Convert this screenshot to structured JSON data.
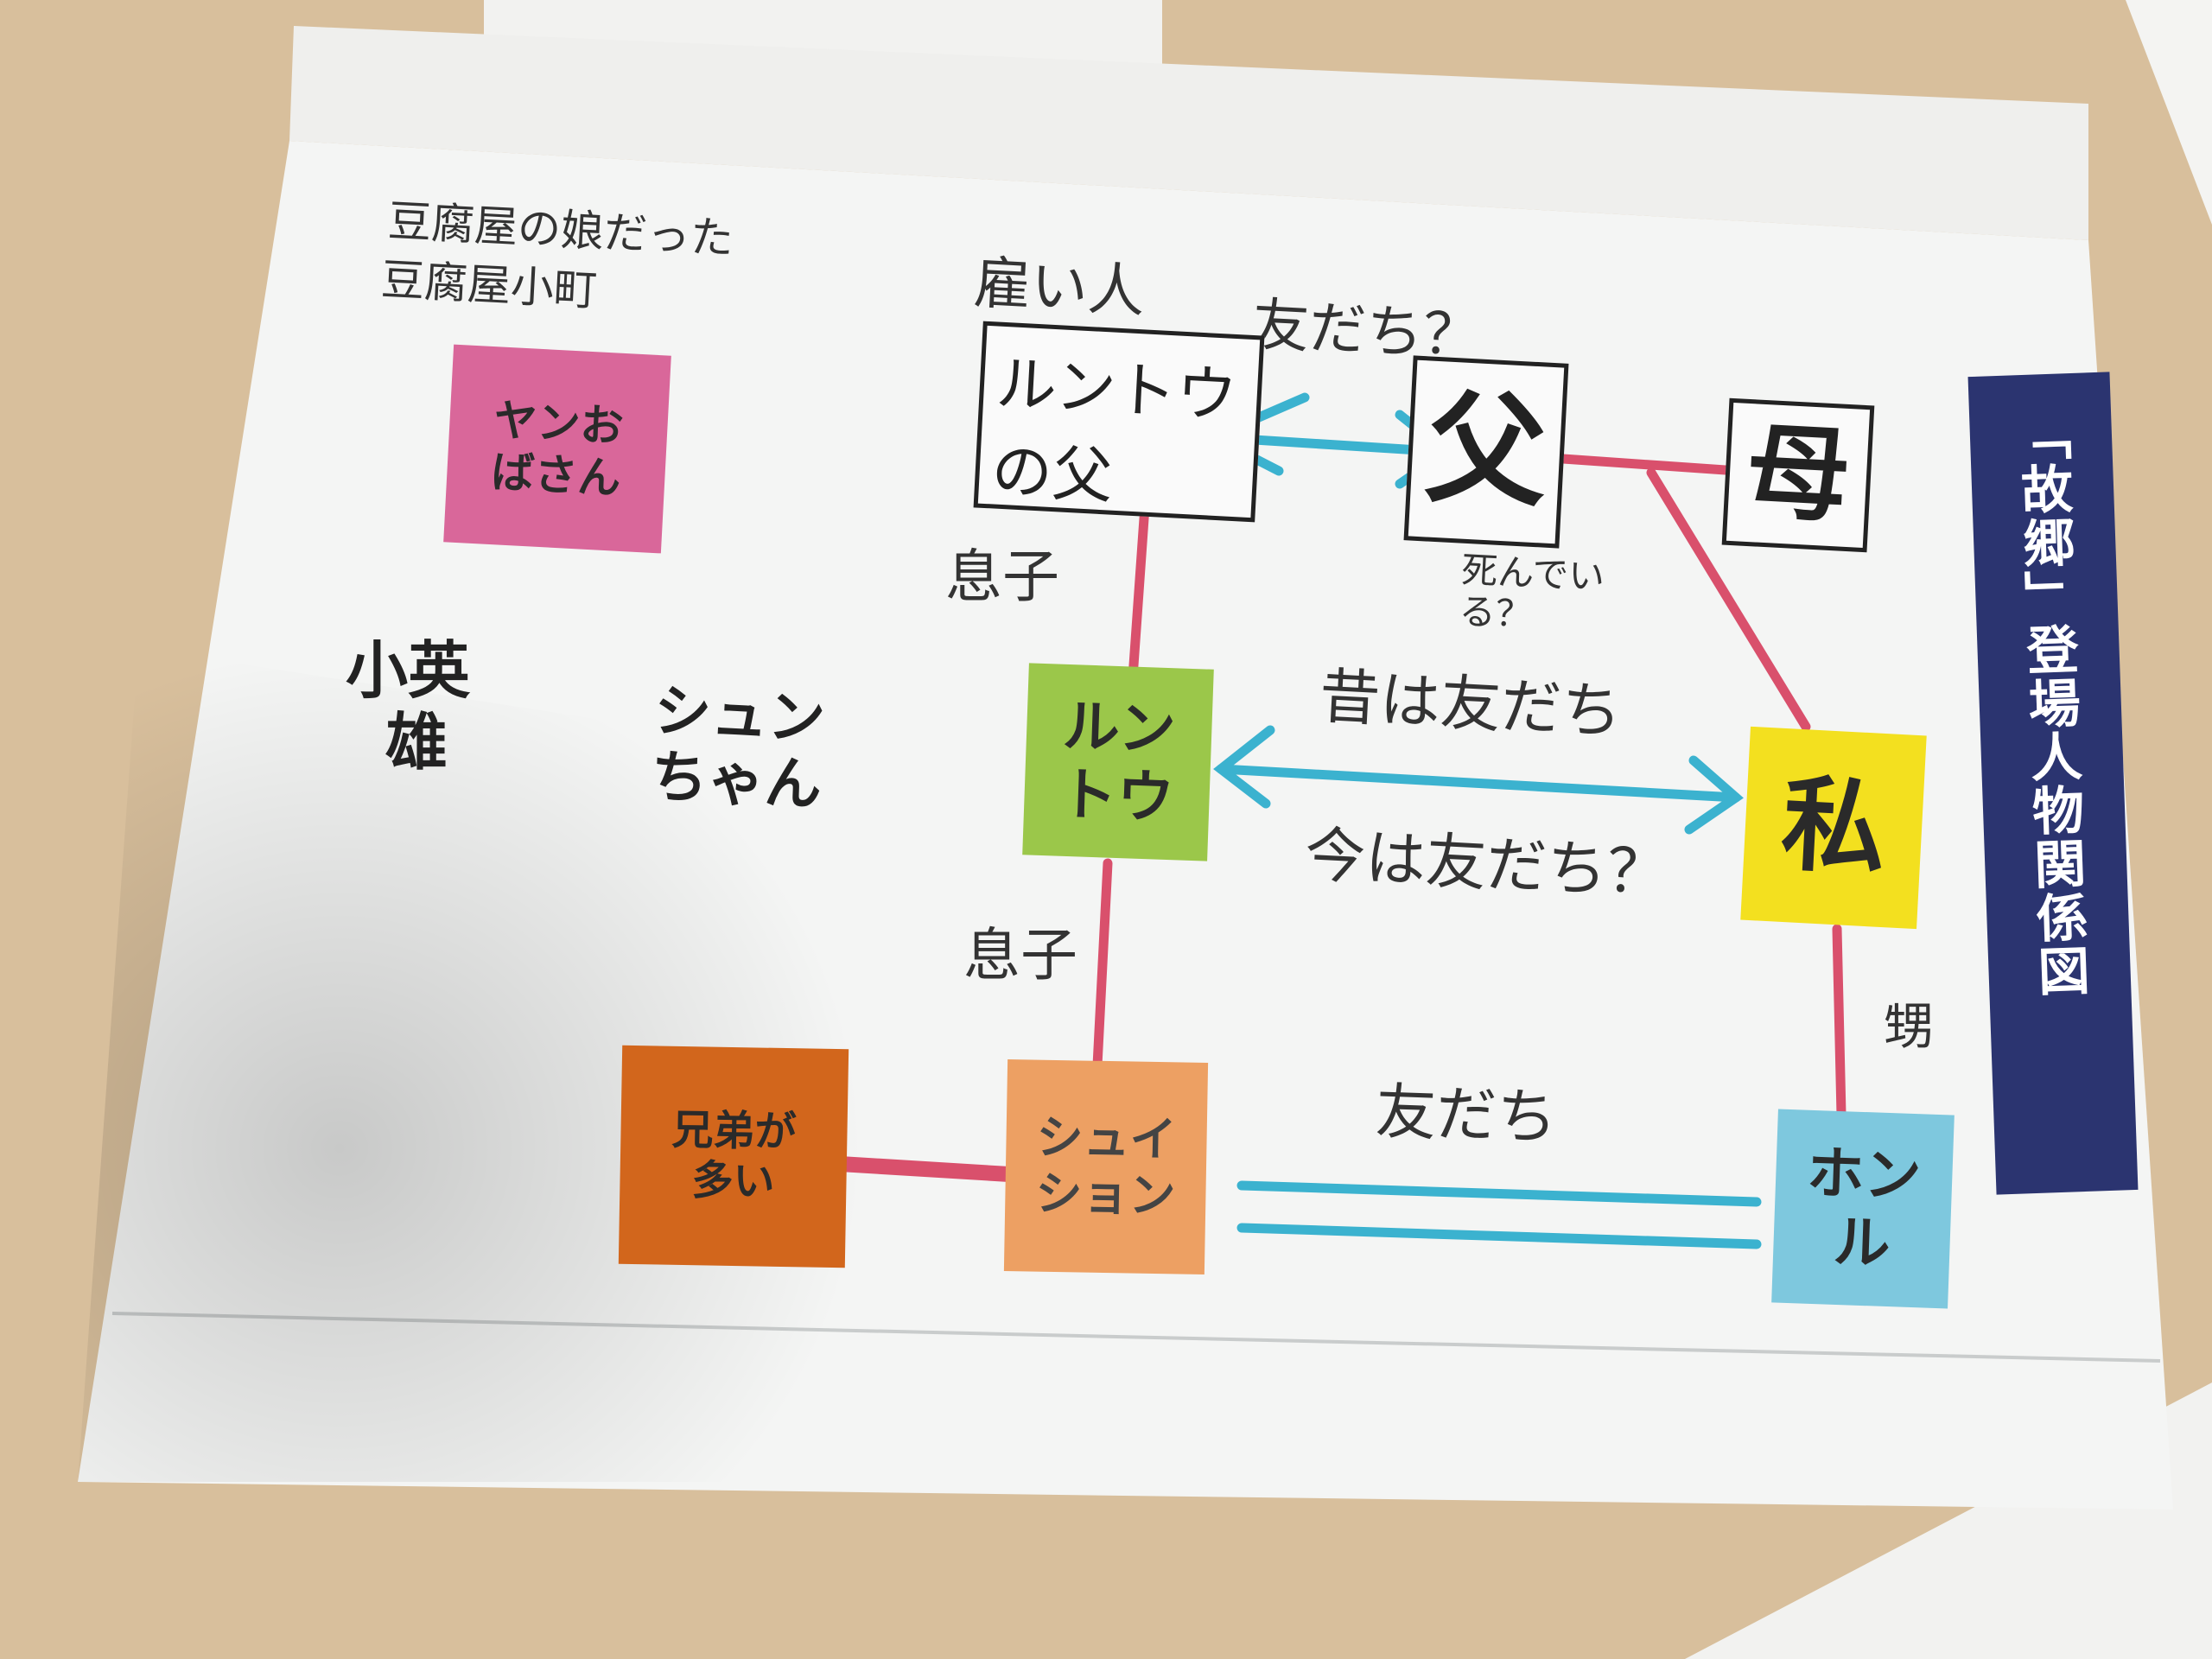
{
  "title": "「故郷」登場人物関係図",
  "notes": {
    "tofu_daughter": "豆腐屋の娘だった",
    "tofu_beauty": "豆腐屋小町",
    "employee": "雇い人",
    "friend_question": "友だち？",
    "dead_question_1": "死んでい",
    "dead_question_2": "る？",
    "son_1": "息子",
    "son_2": "息子",
    "former_friends": "昔は友だち",
    "now_friends": "今は友だち？",
    "nephew": "甥",
    "friends": "友だち"
  },
  "characters": {
    "yang": {
      "line1": "ヤンお",
      "line2": "ばさん",
      "color": "#d9679a"
    },
    "little_hero_1": "小英",
    "little_hero_2": "雄",
    "shun_1": "シュン",
    "shun_2": "ちゃん",
    "runtu_father_1": "ルントウ",
    "runtu_father_2": "の父",
    "father": "父",
    "mother": "母",
    "runtu": {
      "line1": "ルン",
      "line2": "トウ",
      "color": "#9bc74a"
    },
    "me": {
      "label": "私",
      "color": "#f3e01f"
    },
    "many_siblings": {
      "line1": "兄弟が",
      "line2": "多い",
      "color": "#d2661c"
    },
    "shuisheng": {
      "line1": "シュイ",
      "line2": "ション",
      "color": "#eda063"
    },
    "honger": {
      "line1": "ホン",
      "line2": "ル",
      "color": "#7ec8de"
    }
  },
  "colors": {
    "family_line": "#d9506c",
    "friend_line": "#3bb2cf",
    "title_bar": "#2b3470"
  }
}
